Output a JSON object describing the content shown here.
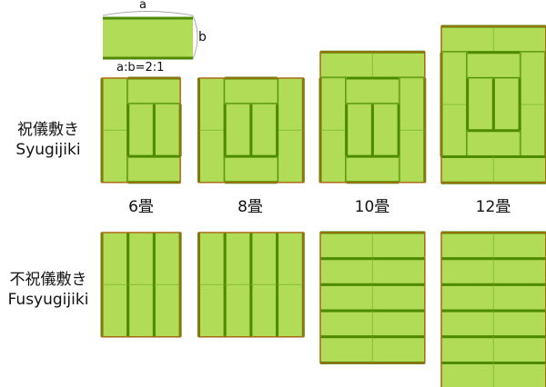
{
  "legend": {
    "a_label": "a",
    "b_label": "b",
    "ratio": "a:b=2:1"
  },
  "rows": [
    {
      "label_jp": "祝儀敷き",
      "label_en": "Syugijiki"
    },
    {
      "label_jp": "不祝儀敷き",
      "label_en": "Fusyugijiki"
    }
  ],
  "room_sizes": [
    "6畳",
    "8畳",
    "10畳",
    "12畳"
  ],
  "colors": {
    "mat": "#b0dc58",
    "heri": "#4e8a00",
    "seam": "#8cc23a",
    "frame": "#a86a10"
  }
}
